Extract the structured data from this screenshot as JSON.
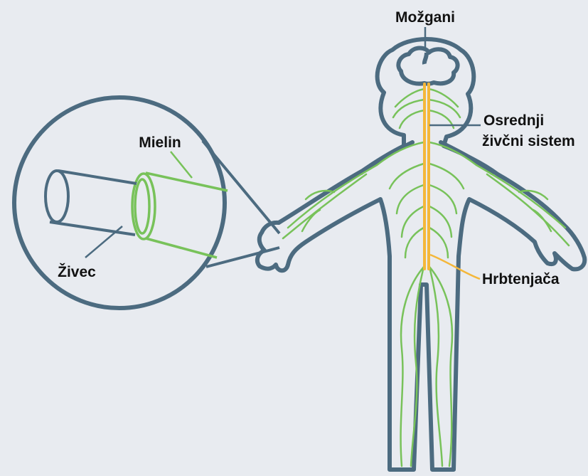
{
  "labels": {
    "brain": "Možgani",
    "cns_line1": "Osrednji",
    "cns_line2": "živčni sistem",
    "myelin": "Mielin",
    "nerve": "Živec",
    "spinal_cord": "Hrbtenjača"
  },
  "colors": {
    "background": "#e8ebf0",
    "outline": "#4c6b80",
    "nerves": "#78c25a",
    "spinal_cord": "#f4b73a"
  },
  "icons": [
    "human-body-outline",
    "magnifier-circle",
    "nerve-cylinder"
  ]
}
